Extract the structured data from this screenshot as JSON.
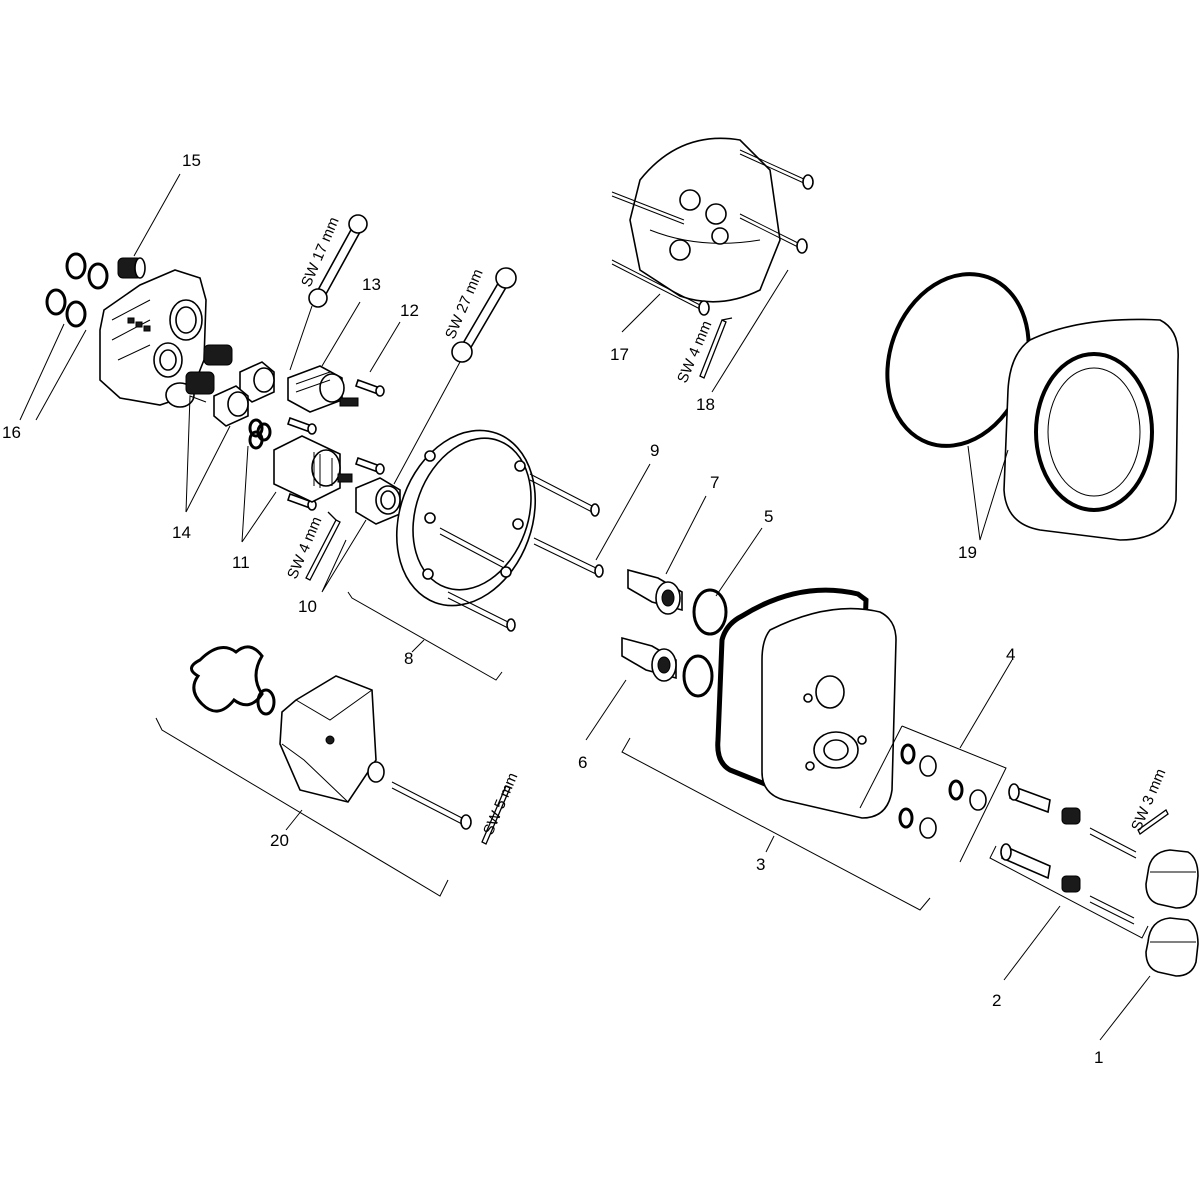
{
  "labels": {
    "l1": "1",
    "l2": "2",
    "l3": "3",
    "l4": "4",
    "l5": "5",
    "l6": "6",
    "l7": "7",
    "l8": "8",
    "l9": "9",
    "l10": "10",
    "l11": "11",
    "l12": "12",
    "l13": "13",
    "l14": "14",
    "l15": "15",
    "l16": "16",
    "l17": "17",
    "l18": "18",
    "l19": "19",
    "l20": "20"
  },
  "tools": {
    "sw17": "SW 17 mm",
    "sw27": "SW 27 mm",
    "sw4a": "SW 4 mm",
    "sw4b": "SW 4 mm",
    "sw5": "SW 5 mm",
    "sw3": "SW 3 mm"
  }
}
